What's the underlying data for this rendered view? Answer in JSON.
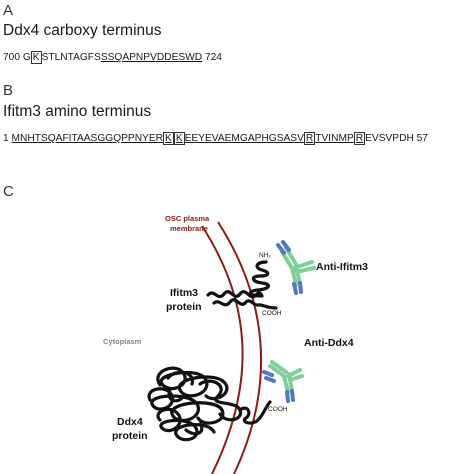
{
  "panel_a": {
    "letter": "A",
    "title": "Ddx4 carboxy terminus",
    "start": "700 ",
    "seg_plain_1": "G",
    "seg_boxed_1": "K",
    "seg_plain_2": "STLNTAGFS",
    "seg_underlined": "SSQAPNPVDDESWD",
    "end": " 724"
  },
  "panel_b": {
    "letter": "B",
    "title": "Ifitm3 amino terminus",
    "start": "1 ",
    "seg_u1": "MNHTSQAFITAASGGQPPNYER",
    "seg_box1": "K",
    "seg_box2": "K",
    "seg_u2": "EEYEVAEMGAPHGSASV",
    "seg_box3": "R",
    "seg_u3": "TVINMP",
    "seg_box4": "R",
    "seg_plain": "EVSVPDH",
    "end": " 57"
  },
  "panel_c": {
    "letter": "C",
    "membrane_label_1": "OSC plasma",
    "membrane_label_2": "membrane",
    "nh2": "NH₂",
    "cooh_1": "COOH",
    "cooh_2": "COOH",
    "ifitm3_label_1": "Ifitm3",
    "ifitm3_label_2": "protein",
    "ddx4_label_1": "Ddx4",
    "ddx4_label_2": "protein",
    "cytoplasm": "Cytoplasm",
    "anti_ifitm3": "Anti-Ifitm3",
    "anti_ddx4": "Anti-Ddx4",
    "colors": {
      "membrane": "#8b1a1a",
      "antibody_green": "#7fcf9a",
      "antibody_blue": "#4f79c4",
      "protein": "#111111"
    }
  }
}
